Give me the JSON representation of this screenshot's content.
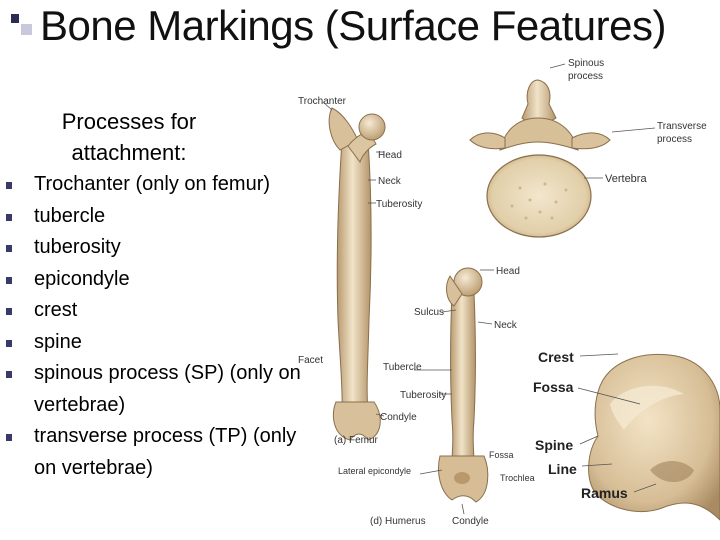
{
  "slide": {
    "title": "Bone Markings (Surface Features)",
    "subheading": "Processes for attachment:",
    "bullets": [
      "Trochanter (only on femur)",
      "tubercle",
      "tuberosity",
      "epicondyle",
      "crest",
      "spine",
      "spinous process (SP) (only on vertebrae)",
      "transverse process (TP) (only on vertebrae)"
    ]
  },
  "figure_labels": {
    "spinous_process": [
      "Spinous",
      "process"
    ],
    "transverse_process": [
      "Transverse",
      "process"
    ],
    "vertebra": "Vertebra",
    "trochanter": "Trochanter",
    "femur_head": "Head",
    "femur_neck": "Neck",
    "femur_tuberosity": "Tuberosity",
    "femur_caption": "(a) Femur",
    "humerus_head": "Head",
    "sulcus": "Sulcus",
    "humerus_neck": "Neck",
    "facet": "Facet",
    "tubercle": "Tubercle",
    "humerus_tuberosity": "Tuberosity",
    "condyle_upper": "Condyle",
    "lateral_epicondyle": "Lateral epicondyle",
    "fossa_small": "Fossa",
    "trochlea": "Trochlea",
    "humerus_caption": "(d) Humerus",
    "condyle_lower": "Condyle",
    "crest": "Crest",
    "fossa": "Fossa",
    "spine": "Spine",
    "line": "Line",
    "ramus": "Ramus"
  },
  "colors": {
    "bone_light": "#efe0c4",
    "bone_mid": "#d9c3a0",
    "bone_dark": "#a98b63",
    "bullet": "#3a3a6a"
  }
}
